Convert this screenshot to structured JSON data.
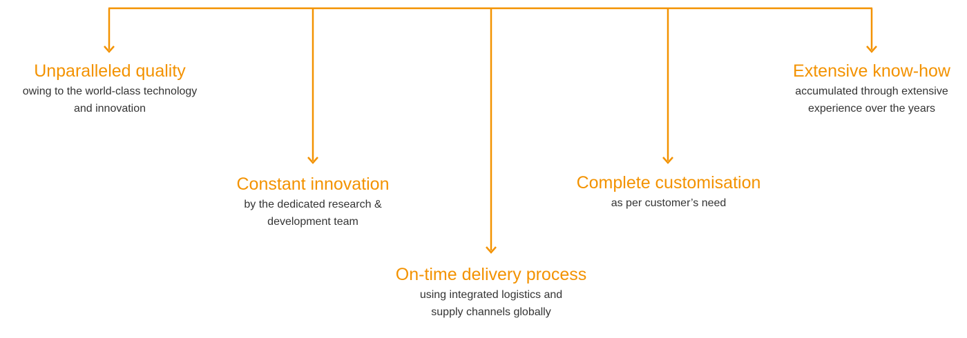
{
  "accent_color": "#f39200",
  "text_color": "#333333",
  "items": [
    {
      "title": "Unparalleled quality",
      "desc": [
        "owing to the world-class technology",
        "and innovation"
      ]
    },
    {
      "title": "Constant innovation",
      "desc": [
        "by the dedicated research &",
        "development team"
      ]
    },
    {
      "title": "On-time delivery process",
      "desc": [
        "using integrated logistics and",
        "supply channels globally"
      ]
    },
    {
      "title": "Complete customisation",
      "desc": [
        "as per customer’s need"
      ]
    },
    {
      "title": "Extensive know-how",
      "desc": [
        "accumulated through extensive",
        "experience over the years"
      ]
    }
  ]
}
